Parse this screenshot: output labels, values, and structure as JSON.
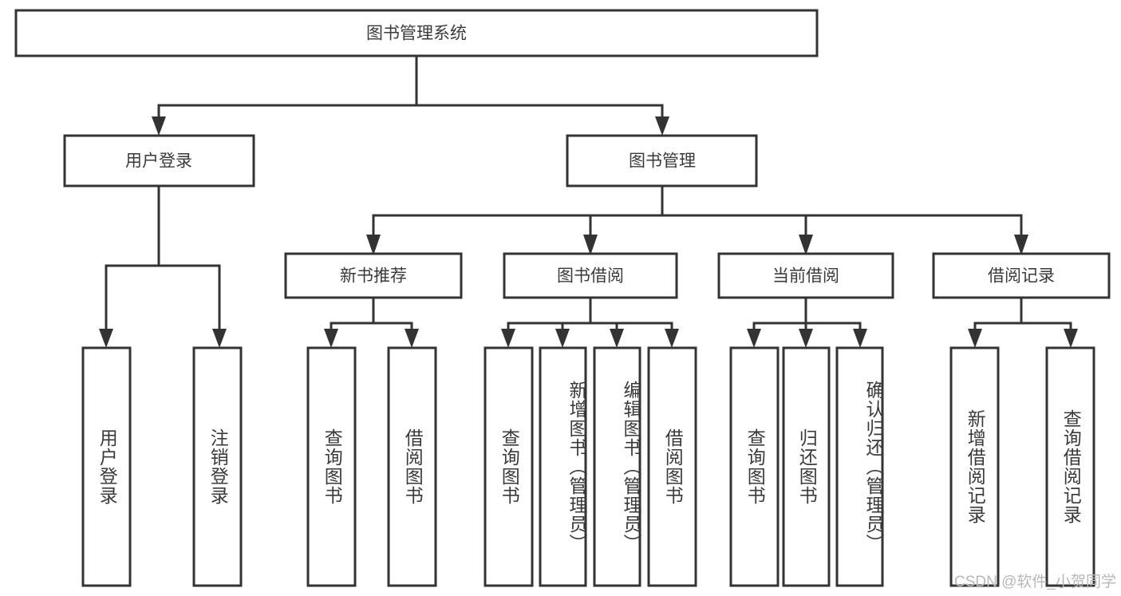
{
  "diagram": {
    "type": "tree-hierarchy",
    "title": "图书管理系统",
    "watermark": "CSDN @软件_小贺同学",
    "colors": {
      "background": "#ffffff",
      "box_fill": "#ffffff",
      "box_stroke": "#333333",
      "text": "#3a3a3a",
      "watermark": "#b8b8b8"
    },
    "root": {
      "label": "图书管理系统"
    },
    "level2": [
      {
        "label": "用户登录"
      },
      {
        "label": "图书管理"
      }
    ],
    "level3": [
      {
        "label": "新书推荐"
      },
      {
        "label": "图书借阅"
      },
      {
        "label": "当前借阅"
      },
      {
        "label": "借阅记录"
      }
    ],
    "leaves": {
      "user_login": [
        {
          "label": "用户登录"
        },
        {
          "label": "注销登录"
        }
      ],
      "new_book": [
        {
          "label": "查询图书"
        },
        {
          "label": "借阅图书"
        }
      ],
      "book_borrow": [
        {
          "label": "查询图书"
        },
        {
          "label": "新增图书（管理员）"
        },
        {
          "label": "编辑图书（管理员）"
        },
        {
          "label": "借阅图书"
        }
      ],
      "current_borrow": [
        {
          "label": "查询图书"
        },
        {
          "label": "归还图书"
        },
        {
          "label": "确认归还（管理员）"
        }
      ],
      "borrow_record": [
        {
          "label": "新增借阅记录"
        },
        {
          "label": "查询借阅记录"
        }
      ]
    }
  }
}
